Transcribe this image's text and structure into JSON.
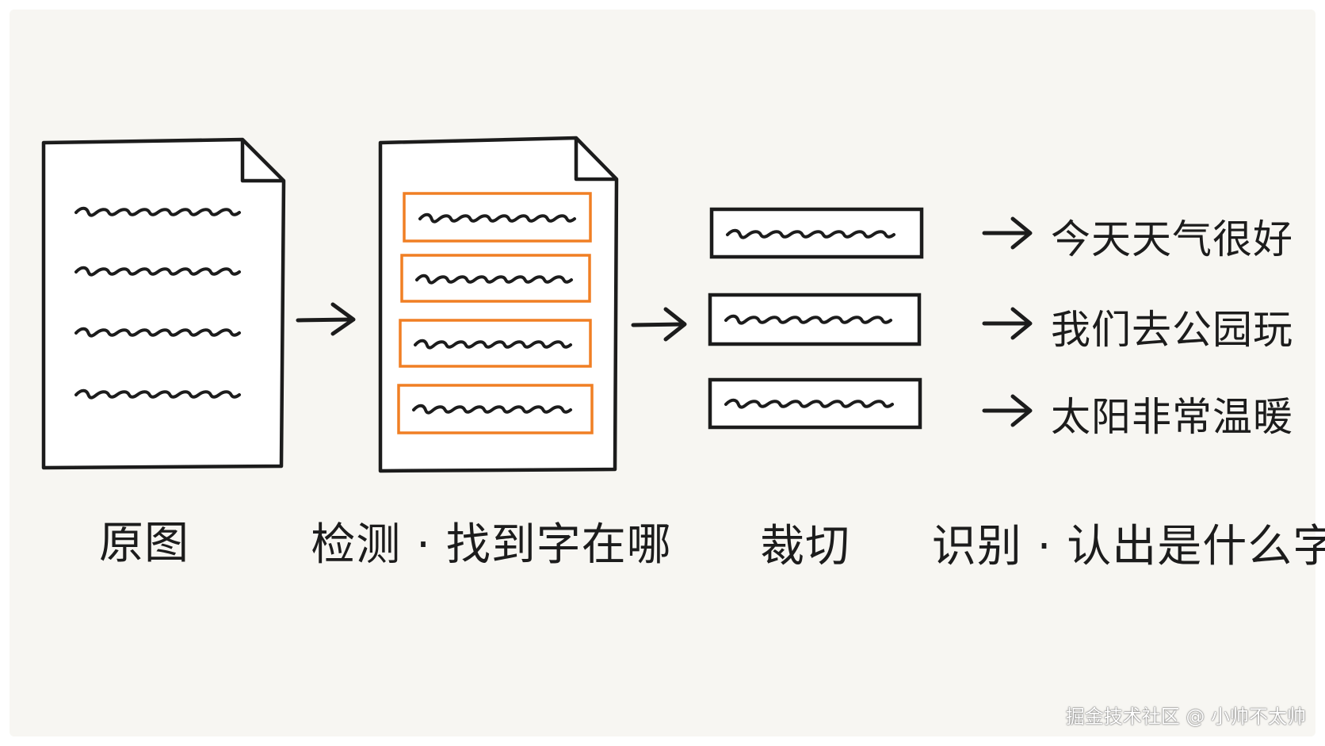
{
  "stages": [
    {
      "label": "原图"
    },
    {
      "label": "检测 · 找到字在哪"
    },
    {
      "label": "裁切"
    },
    {
      "label": "识别 · 认出是什么字"
    }
  ],
  "recognized_lines": [
    "今天天气很好",
    "我们去公园玩",
    "太阳非常温暖"
  ],
  "watermark": "掘金技术社区 @ 小帅不太帅",
  "colors": {
    "ink": "#1c1c1c",
    "highlight": "#f07f24",
    "background": "#f7f6f2"
  }
}
